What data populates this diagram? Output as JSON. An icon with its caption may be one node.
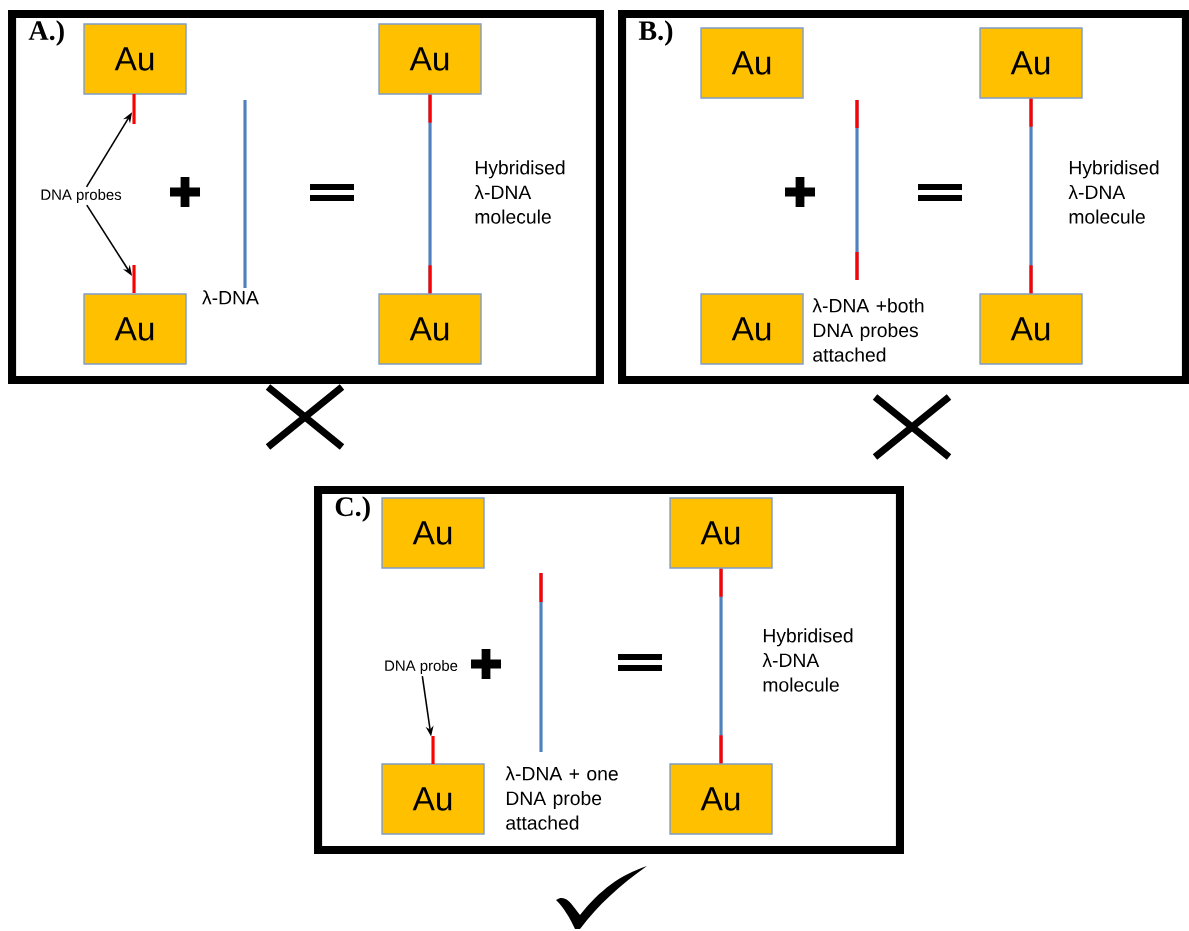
{
  "diagram": {
    "nodes": [
      {
        "text": [
          "A.)"
        ]
      },
      {
        "text": [
          "Au"
        ],
        "in": 0
      },
      {
        "text": [
          "Au"
        ],
        "in": 0
      },
      {
        "text": [
          "Au"
        ],
        "in": 0
      },
      {
        "text": [
          "Au"
        ],
        "in": 0
      },
      {
        "text": [
          "DNA probes"
        ],
        "in": 0
      },
      {
        "text": [],
        "shape": "bar",
        "in": 0
      },
      {
        "text": [],
        "shape": "bar",
        "in": 0
      },
      {
        "text": [
          "B.)"
        ]
      },
      {
        "text": [
          "Au"
        ],
        "in": 8
      },
      {
        "text": [
          "Au"
        ],
        "in": 8
      },
      {
        "text": [
          "Au"
        ],
        "in": 8
      },
      {
        "text": [
          "Au"
        ],
        "in": 8
      },
      {
        "text": [
          "C.)"
        ]
      },
      {
        "text": [
          "Au"
        ],
        "in": 13
      },
      {
        "text": [
          "Au"
        ],
        "in": 13
      },
      {
        "text": [
          "Au"
        ],
        "in": 13
      },
      {
        "text": [
          "Au"
        ],
        "in": 13
      },
      {
        "text": [
          "DNA probe"
        ],
        "in": 13
      },
      {
        "text": [],
        "shape": "bar",
        "in": 13
      }
    ],
    "edges": [
      {
        "from": 5,
        "to": 6,
        "arrow": "to"
      },
      {
        "from": 5,
        "to": 7,
        "arrow": "to"
      },
      {
        "from": 3,
        "to": 4,
        "arrow": "none",
        "color": "#4f81bd"
      },
      {
        "from": 11,
        "to": 12,
        "arrow": "none",
        "color": "#4f81bd"
      },
      {
        "from": 18,
        "to": 19,
        "arrow": "to"
      },
      {
        "from": 16,
        "to": 17,
        "arrow": "none",
        "color": "#4f81bd"
      }
    ],
    "labels": [
      "λ-DNA",
      "Hybridised λ-DNA molecule",
      "λ-DNA +both DNA probes attached",
      "Hybridised λ-DNA molecule",
      "λ-DNA + one DNA probe attached",
      "Hybridised λ-DNA molecule"
    ]
  }
}
